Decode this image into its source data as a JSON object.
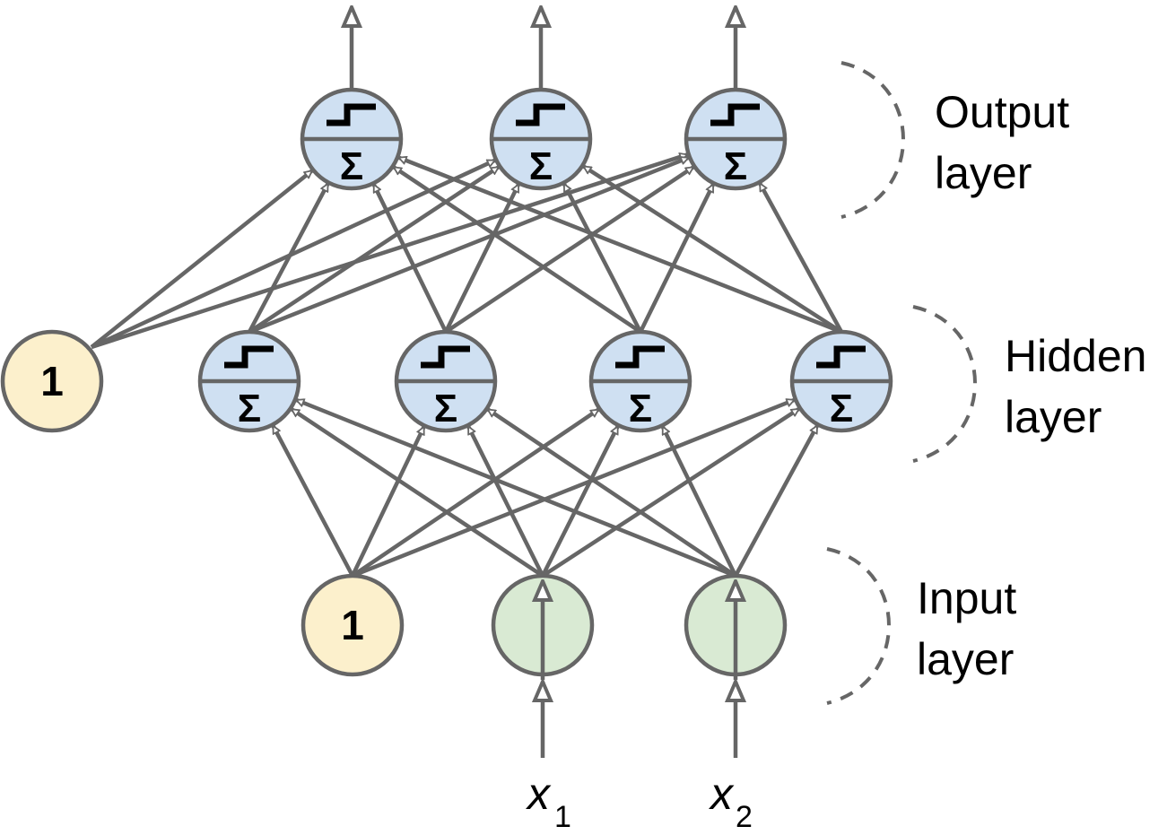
{
  "colors": {
    "edge": "#666666",
    "neuron_fill": "#cfe0f2",
    "bias_fill": "#fcf0cc",
    "input_fill": "#d9ead3",
    "text": "#000000"
  },
  "icons": {
    "activation": "step-function-icon",
    "summation": "sigma-icon"
  },
  "layers": {
    "output": {
      "label_line1": "Output",
      "label_line2": "layer",
      "neuron_count": 3
    },
    "hidden": {
      "label_line1": "Hidden",
      "label_line2": "layer",
      "neuron_count": 4,
      "bias_label": "1"
    },
    "input": {
      "label_line1": "Input",
      "label_line2": "layer",
      "input_count": 2,
      "bias_label": "1"
    }
  },
  "neuron_symbol": "Σ",
  "inputs": [
    {
      "var": "x",
      "sub": "1"
    },
    {
      "var": "x",
      "sub": "2"
    }
  ]
}
